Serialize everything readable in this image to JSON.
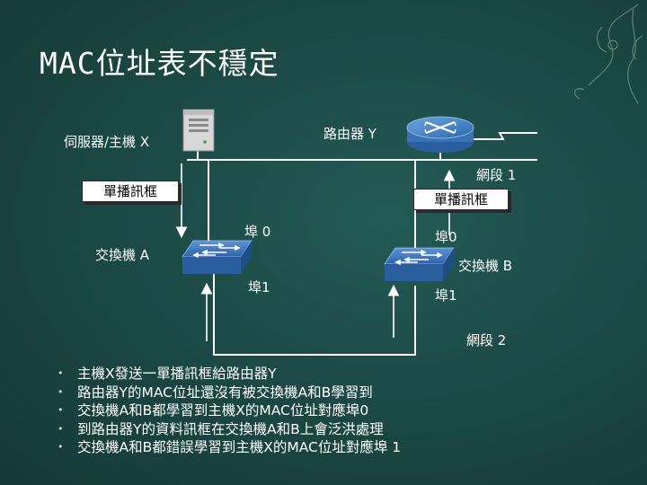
{
  "title": "MAC位址表不穩定",
  "labels": {
    "server": "伺服器/主機 X",
    "router": "路由器 Y",
    "segment1": "網段 1",
    "segment2": "網段 2",
    "switchA": "交換機 A",
    "switchB": "交換機 B",
    "portA0": "埠 0",
    "portA1": "埠1",
    "portB0": "埠0",
    "portB1": "埠1",
    "frameA": "單播訊框",
    "frameB": "單播訊框"
  },
  "bullets": [
    "主機X發送一單播訊框給路由器Y",
    "路由器Y的MAC位址還沒有被交換機A和B學習到",
    "交換機A和B都學習到主機X的MAC位址對應埠0",
    "到路由器Y的資料訊框在交換機A和B上會泛洪處理",
    "交換機A和B都錯誤學習到主機X的MAC位址對應埠 1"
  ],
  "colors": {
    "background": "#1b4743",
    "switch": "#3a72b8",
    "router": "#4a86c8",
    "wire": "#ffffff"
  }
}
